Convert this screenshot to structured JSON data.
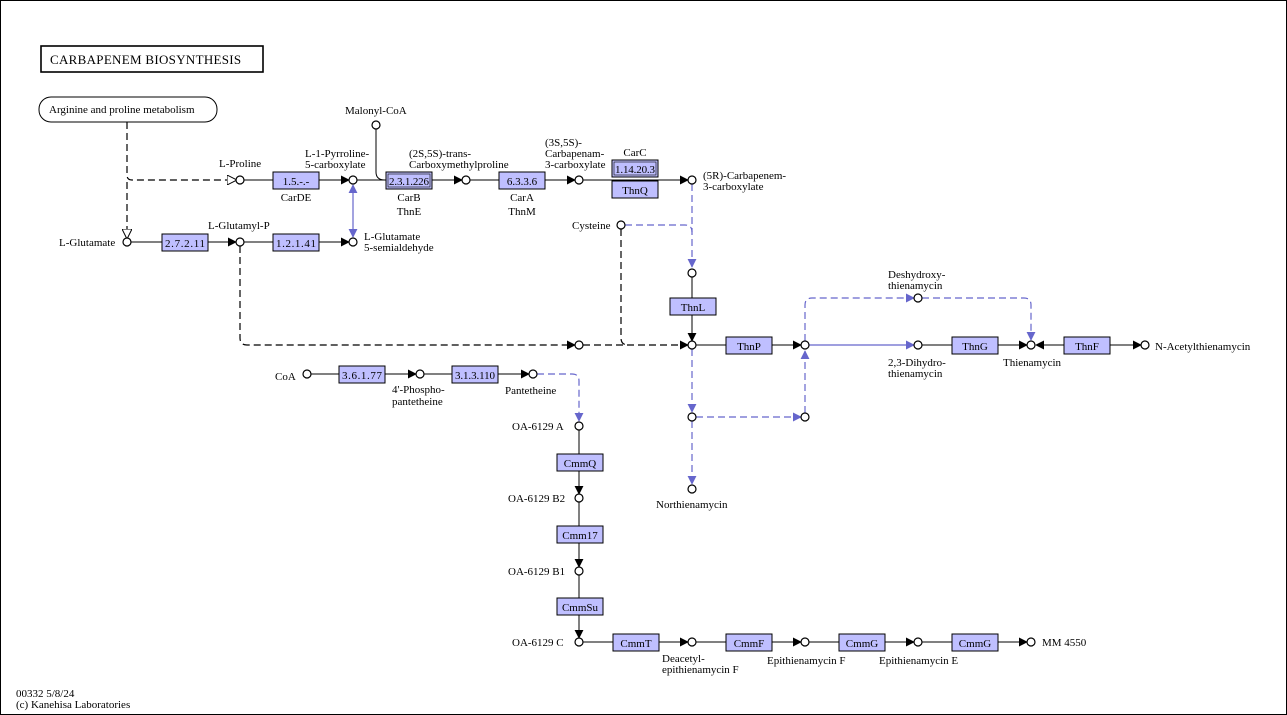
{
  "title": "CARBAPENEM  BIOSYNTHESIS",
  "map_link": "Arginine and proline metabolism",
  "footer": {
    "line1": "00332 5/8/24",
    "line2": "(c) Kanehisa Laboratories"
  },
  "colors": {
    "enzyme_fill": "#bfbfff",
    "blue_edge": "#6666cc",
    "black": "#000000"
  },
  "compounds": {
    "malonyl_coa": "Malonyl-CoA",
    "l_proline": "L-Proline",
    "pyrroline_l1": "L-1-Pyrroline-",
    "pyrroline_l2": "5-carboxylate",
    "trans_l1": "(2S,5S)-trans-",
    "trans_l2": "Carboxymethylproline",
    "carbapenam_l1": "(3S,5S)-",
    "carbapenam_l2": "Carbapenam-",
    "carbapenam_l3": "3-carboxylate",
    "carbapenem_l1": "(5R)-Carbapenem-",
    "carbapenem_l2": "3-carboxylate",
    "l_glutamate": "L-Glutamate",
    "l_glutamyl_p": "L-Glutamyl-P",
    "glu_semi_l1": "L-Glutamate",
    "glu_semi_l2": "5-semialdehyde",
    "cysteine": "Cysteine",
    "deshydroxy_l1": "Deshydroxy-",
    "deshydroxy_l2": "thienamycin",
    "dihydro_l1": "2,3-Dihydro-",
    "dihydro_l2": "thienamycin",
    "thienamycin": "Thienamycin",
    "n_acetyl": "N-Acetylthienamycin",
    "coa": "CoA",
    "phospho_l1": "4'-Phospho-",
    "phospho_l2": "pantetheine",
    "pantetheine": "Pantetheine",
    "oa_a": "OA-6129 A",
    "oa_b2": "OA-6129 B2",
    "oa_b1": "OA-6129 B1",
    "oa_c": "OA-6129 C",
    "northienamycin": "Northienamycin",
    "deacetyl_l1": "Deacetyl-",
    "deacetyl_l2": "epithienamycin F",
    "epi_f": "Epithienamycin F",
    "epi_e": "Epithienamycin E",
    "mm4550": "MM 4550"
  },
  "enzymes": {
    "e_1_5": "1.5.-.-",
    "e_2_3_1_226": "2.3.1.226",
    "e_6_3_3_6": "6.3.3.6",
    "e_1_14_20_3": "1.14.20.3",
    "thnq": "ThnQ",
    "e_2_7_2_11": "2.7.2.11",
    "e_1_2_1_41": "1.2.1.41",
    "thnl": "ThnL",
    "thnp": "ThnP",
    "thng": "ThnG",
    "thnf": "ThnF",
    "e_3_6_1_77": "3.6.1.77",
    "e_3_1_3_110": "3.1.3.110",
    "cmmq": "CmmQ",
    "cmm17": "Cmm17",
    "cmmsu": "CmmSu",
    "cmmt": "CmmT",
    "cmmf": "CmmF",
    "cmmg1": "CmmG",
    "cmmg2": "CmmG"
  },
  "genes": {
    "carde": "CarDE",
    "carb": "CarB",
    "thne": "ThnE",
    "cara": "CarA",
    "thnm": "ThnM",
    "carc": "CarC"
  }
}
